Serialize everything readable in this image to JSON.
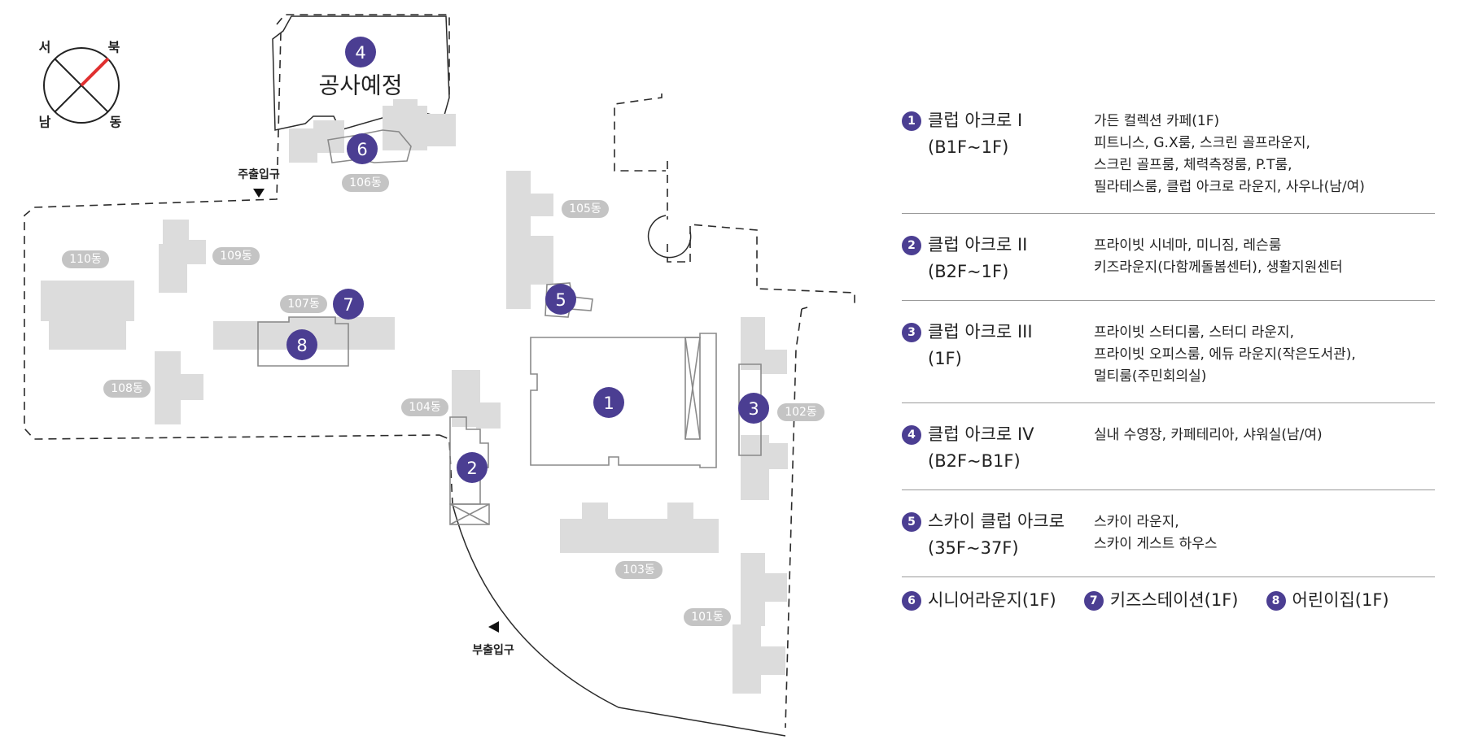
{
  "compass": {
    "west": "서",
    "north": "북",
    "south": "남",
    "east": "동"
  },
  "gates": {
    "main": "주출입구",
    "secondary": "부출입구"
  },
  "construction_label": "공사예정",
  "building_labels": {
    "b106": "106동",
    "b105": "105동",
    "b110": "110동",
    "b109": "109동",
    "b107": "107동",
    "b108": "108동",
    "b104": "104동",
    "b102": "102동",
    "b103": "103동",
    "b101": "101동"
  },
  "markers": {
    "m1": "1",
    "m2": "2",
    "m3": "3",
    "m4": "4",
    "m5": "5",
    "m6": "6",
    "m7": "7",
    "m8": "8"
  },
  "colors": {
    "marker": "#4b3e92",
    "compass_needle": "#e03030",
    "building": "#dcdcdc"
  },
  "legend": [
    {
      "num": "1",
      "name": "클럽 아크로 I",
      "floors": "(B1F~1F)",
      "desc": [
        "가든 컬렉션 카페(1F)",
        "피트니스, G.X룸, 스크린 골프라운지,",
        "스크린 골프룸, 체력측정룸, P.T룸,",
        "필라테스룸, 클럽 아크로 라운지, 사우나(남/여)"
      ]
    },
    {
      "num": "2",
      "name": "클럽 아크로 II",
      "floors": "(B2F~1F)",
      "desc": [
        "프라이빗 시네마, 미니짐, 레슨룸",
        "키즈라운지(다함께돌봄센터), 생활지원센터"
      ]
    },
    {
      "num": "3",
      "name": "클럽 아크로 III",
      "floors": "(1F)",
      "desc": [
        "프라이빗 스터디룸, 스터디 라운지,",
        "프라이빗 오피스룸, 에듀 라운지(작은도서관),",
        "멀티룸(주민회의실)"
      ]
    },
    {
      "num": "4",
      "name": "클럽 아크로 IV",
      "floors": "(B2F~B1F)",
      "desc": [
        "실내 수영장, 카페테리아, 샤워실(남/여)"
      ]
    },
    {
      "num": "5",
      "name": "스카이 클럽 아크로",
      "floors": "(35F~37F)",
      "desc": [
        "스카이 라운지,",
        "스카이 게스트 하우스"
      ]
    }
  ],
  "legend_small": [
    {
      "num": "6",
      "name": "시니어라운지(1F)"
    },
    {
      "num": "7",
      "name": "키즈스테이션(1F)"
    },
    {
      "num": "8",
      "name": "어린이집(1F)"
    }
  ]
}
